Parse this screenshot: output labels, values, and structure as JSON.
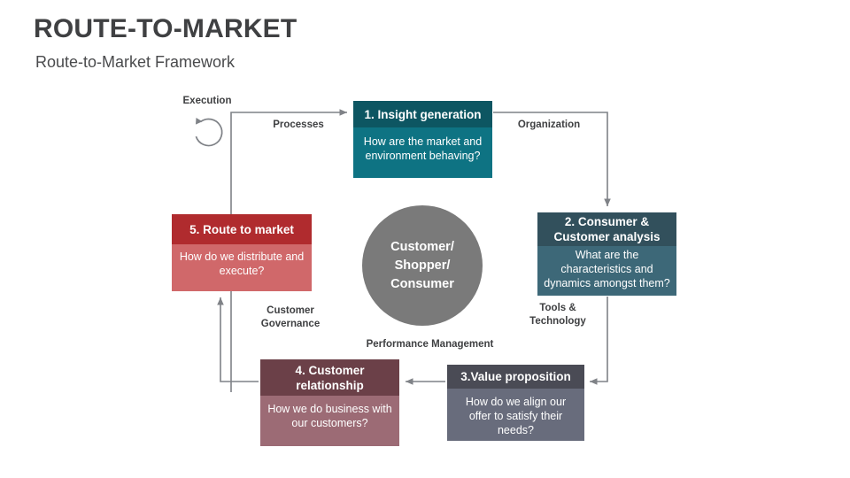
{
  "header": {
    "title": "ROUTE-TO-MARKET",
    "subtitle": "Route-to-Market Framework"
  },
  "diagram": {
    "center": {
      "label": "Customer/\nShopper/\nConsumer"
    },
    "nodes": [
      {
        "id": "node-1",
        "title": "1. Insight generation",
        "question": "How are the market and environment behaving?",
        "header_color": "#0d5662",
        "body_color": "#0e7383"
      },
      {
        "id": "node-2",
        "title": "2. Consumer & Customer analysis",
        "question": "What are the characteristics and dynamics amongst them?",
        "header_color": "#32505c",
        "body_color": "#3d6878"
      },
      {
        "id": "node-3",
        "title": "3.Value proposition",
        "question": "How do we align our offer to satisfy their needs?",
        "header_color": "#4a4b55",
        "body_color": "#686c7c"
      },
      {
        "id": "node-4",
        "title": "4. Customer relationship",
        "question": "How we do business with our customers?",
        "header_color": "#6b4048",
        "body_color": "#9c6b75"
      },
      {
        "id": "node-5",
        "title": "5. Route to market",
        "question": "How do we distribute and execute?",
        "header_color": "#b02b2e",
        "body_color": "#d0686a"
      }
    ],
    "edge_labels": {
      "execution": "Execution",
      "processes": "Processes",
      "organization": "Organization",
      "tools_technology": "Tools &\nTechnology",
      "performance_management": "Performance Management",
      "customer_governance": "Customer\nGovernance"
    },
    "colors": {
      "connector": "#7f8287",
      "circle": "#7a7a7a",
      "text_dark": "#3f4042",
      "background": "#ffffff"
    }
  }
}
